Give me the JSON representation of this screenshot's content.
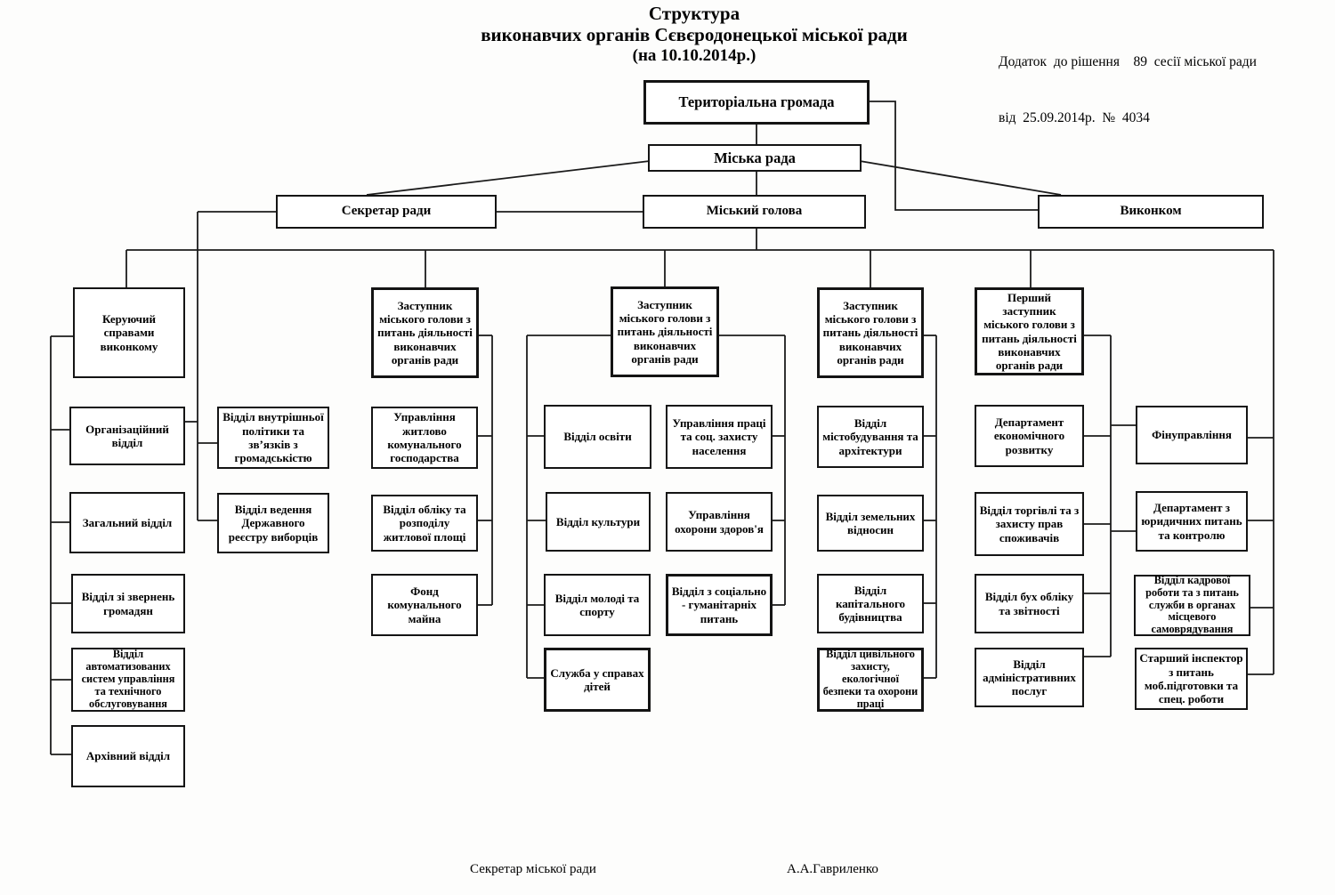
{
  "title": {
    "line1": "Структура",
    "line2": "виконавчих органів Сєвєродонецької міської ради",
    "line3": "(на 10.10.2014р.)"
  },
  "annotation": {
    "line1": "Додаток  до рішення    89  сесії міської ради",
    "line2": "від  25.09.2014р.  №  4034"
  },
  "org": {
    "territorial_community": "Територіальна громада",
    "city_council": "Міська рада",
    "council_secretary": "Секретар ради",
    "mayor": "Міський голова",
    "executive_committee": "Виконком",
    "affairs_manager": "Керуючий справами виконкому",
    "organizational_dept": "Організаційний відділ",
    "general_dept": "Загальний відділ",
    "citizens_appeals_dept": "Відділ зі звернень громадян",
    "automated_systems_dept": "Відділ автоматизованих систем управління та технічного обслуговування",
    "archive_dept": "Архівний відділ",
    "internal_policy_dept": "Відділ внутрішньої політики та зв’язків з громадськістю",
    "voter_registry_dept": "Відділ ведення Державного реєстру виборців",
    "deputy1": "Заступник міського голови з питань діяльності виконавчих органів ради",
    "housing_utilities_dept": "Управління житлово комунального господарства",
    "housing_accounting_dept": "Відділ обліку та розподілу житлової площі",
    "communal_property_fund": "Фонд комунального майна",
    "deputy2": "Заступник міського голови з питань діяльності виконавчих органів ради",
    "education_dept": "Відділ освіти",
    "culture_dept": "Відділ культури",
    "youth_sports_dept": "Відділ молоді  та спорту",
    "children_service": "Служба у справах дітей",
    "labor_social_protection": "Управління праці та соц. захисту населення",
    "health_care_dept": "Управління охорони здоров'я",
    "social_humanitarian_dept": "Відділ з соціально - гуманітарніх питань",
    "deputy3": "Заступник міського голови з питань діяльності виконавчих органів ради",
    "urban_planning_dept": "Відділ містобудування та архітектури",
    "land_relations_dept": "Відділ земельних відносин",
    "capital_construction_dept": "Відділ капітального будівництва",
    "civil_protection_dept": "Відділ цивільного захисту, екологічної безпеки та охорони праці",
    "first_deputy": "Перший заступник міського голови  з питань діяльності виконавчих органів ради",
    "economic_development_dept": "Департамент економічного розвитку",
    "trade_consumer_dept": "Відділ торгівлі та з захисту прав споживачів",
    "accounting_reporting_dept": "Відділ бух обліку та звітності",
    "administrative_services_dept": "Відділ адміністративних послуг",
    "finance_dept": "Фінуправління",
    "legal_control_dept": "Департамент з юридичних питань та контролю",
    "hr_local_service_dept": "Відділ кадрової роботи та з питань служби в органах місцевого самоврядування",
    "senior_inspector": "Старший інспектор з питань моб.підготовки та спец. роботи"
  },
  "footer": {
    "left": "Секретар міської ради",
    "right": "А.А.Гавриленко"
  }
}
